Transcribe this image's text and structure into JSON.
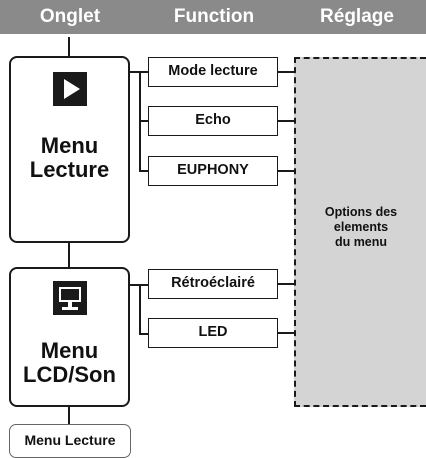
{
  "headers": {
    "col1": "Onglet",
    "col2": "Function",
    "col3": "Réglage"
  },
  "tabs": [
    {
      "label": "Menu\nLecture",
      "icon": "play-icon"
    },
    {
      "label": "Menu\nLCD/Son",
      "icon": "monitor-icon"
    }
  ],
  "functions": [
    "Mode lecture",
    "Echo",
    "EUPHONY",
    "Rétroéclairé",
    "LED"
  ],
  "options_label": "Options des\nelements\ndu menu",
  "next_tab": "Menu Lecture",
  "colors": {
    "header_bg": "#8a8a8a",
    "options_bg": "#d4d4d4",
    "line": "#1a1a1a"
  }
}
